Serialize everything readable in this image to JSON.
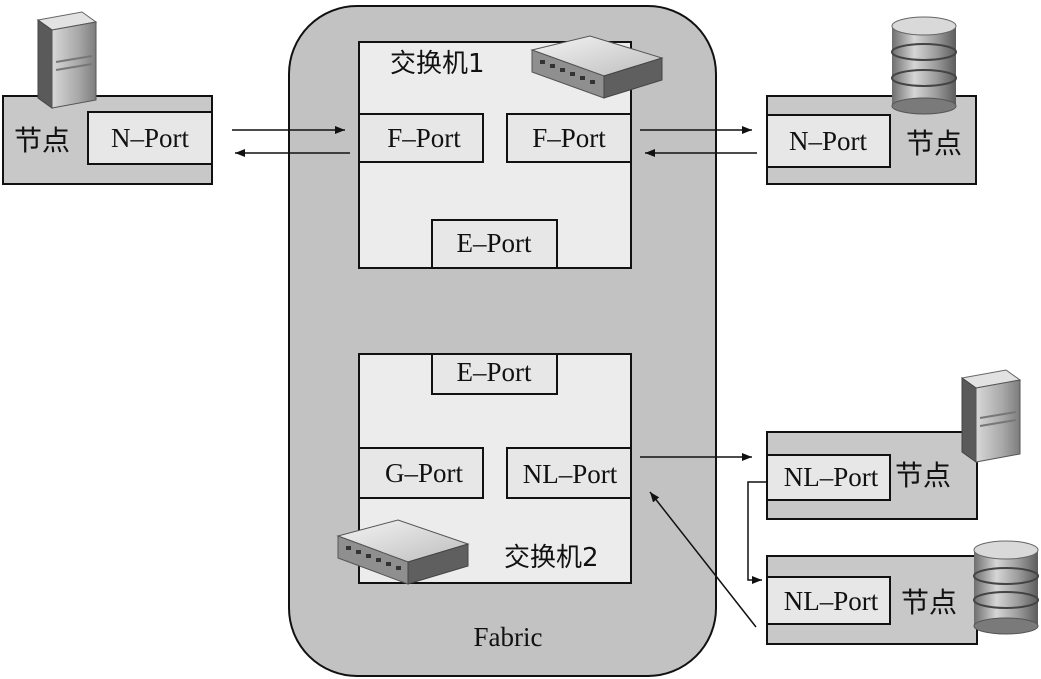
{
  "fabric": {
    "label": "Fabric"
  },
  "switch1": {
    "title": "交换机1",
    "ports": {
      "f_left": "F–Port",
      "f_right": "F–Port",
      "e": "E–Port"
    }
  },
  "switch2": {
    "title": "交换机2",
    "ports": {
      "e": "E–Port",
      "g": "G–Port",
      "nl": "NL–Port"
    }
  },
  "nodes": {
    "left": {
      "label": "节点",
      "port": "N–Port",
      "icon": "server-tower-icon"
    },
    "right": {
      "label": "节点",
      "port": "N–Port",
      "icon": "database-cylinder-icon"
    },
    "loop_top": {
      "label": "节点",
      "port": "NL–Port",
      "icon": "server-tower-icon"
    },
    "loop_bottom": {
      "label": "节点",
      "port": "NL–Port",
      "icon": "database-cylinder-icon"
    }
  },
  "colors": {
    "fabric_fill": "#c2c2c2",
    "node_fill": "#c8c8c8",
    "port_fill": "#e7e7e7",
    "switch_fill": "#ececec",
    "stroke": "#111111"
  }
}
